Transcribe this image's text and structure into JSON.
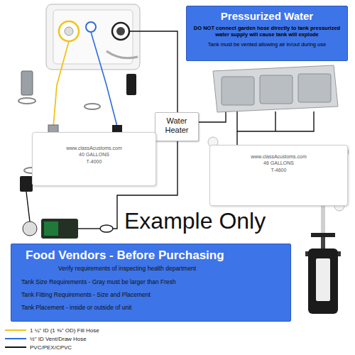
{
  "diagram": {
    "nodes": [
      {
        "text": [
          "Pressurized Water",
          "DO NOT connect garden hose directly to tank pressurized water supply will cause tank will explode",
          "Tank must be vented allowing air in/out during use"
        ]
      },
      {
        "text": [
          "Water Heater"
        ]
      },
      {
        "text": [
          "www.classAcustoms.com",
          "40 GALLONS",
          "T-4000"
        ]
      },
      {
        "text": [
          "www.classAcustoms.com",
          "46 GALLONS",
          "T-4600"
        ]
      },
      {
        "text": [
          "Food Vendors - Before Purchasing",
          "Verify requirements of inspecting health department",
          "Tank Size Requirements - Gray must be larger than Fresh",
          "Tank Fitting Requirements - Size and Placement",
          "Tank Placement - inside or outside of unit"
        ]
      }
    ],
    "labels": [
      "Example Only"
    ],
    "legend": [
      {
        "text": "1 ¼\" ID (1 ⅜\" OD) Fill Hose"
      },
      {
        "text": "½\" ID Vent/Draw Hose"
      },
      {
        "text": "PVC/PEX/CPVC"
      }
    ]
  }
}
